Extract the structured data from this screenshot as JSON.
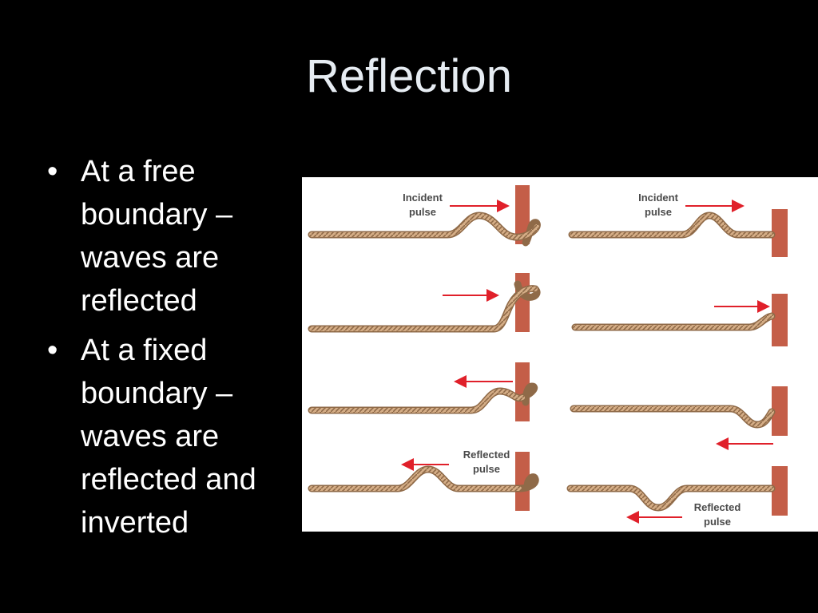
{
  "slide": {
    "title": "Reflection",
    "bullets": [
      {
        "marker": "•",
        "text": "At a free boundary – waves are reflected"
      },
      {
        "marker": "•",
        "text": "At a fixed boundary – waves are reflected and inverted"
      }
    ]
  },
  "figure": {
    "free_end": {
      "incident_label_line1": "Incident",
      "incident_label_line2": "pulse",
      "reflected_label_line1": "Reflected",
      "reflected_label_line2": "pulse"
    },
    "fixed_end": {
      "incident_label_line1": "Incident",
      "incident_label_line2": "pulse",
      "reflected_label_line1": "Reflected",
      "reflected_label_line2": "pulse"
    }
  },
  "colors": {
    "background": "#000000",
    "title": "#e6ecf2",
    "text": "#ffffff",
    "rope": "#c9a27c",
    "post": "#c45e48",
    "arrow": "#e0202a"
  }
}
